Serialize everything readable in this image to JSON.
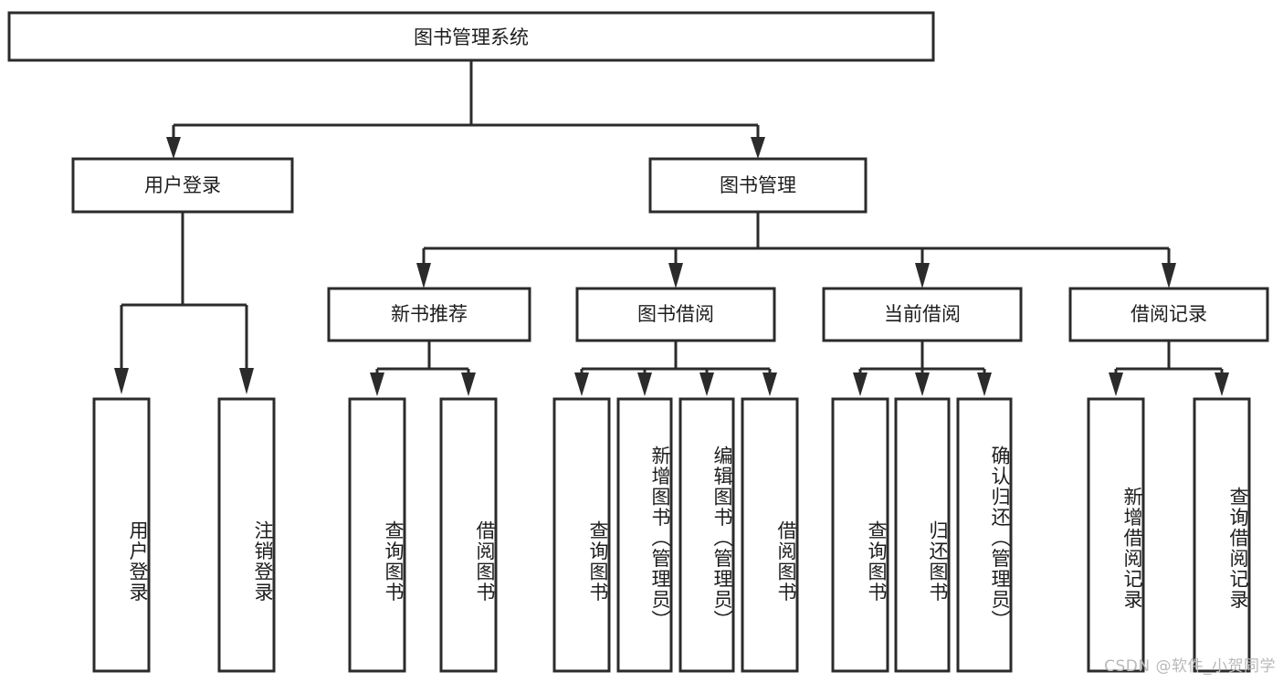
{
  "diagram": {
    "type": "tree-hierarchy-chart",
    "title": "图书管理系统",
    "background_color": "#ffffff",
    "line_color": "#2b2b2b",
    "text_color": "#1d1d1d",
    "root": {
      "label": "图书管理系统",
      "orientation": "horizontal"
    },
    "level2": [
      {
        "label": "用户登录",
        "orientation": "horizontal"
      },
      {
        "label": "图书管理",
        "orientation": "horizontal"
      }
    ],
    "level3": [
      {
        "label": "新书推荐",
        "orientation": "horizontal",
        "parent": "图书管理"
      },
      {
        "label": "图书借阅",
        "orientation": "horizontal",
        "parent": "图书管理"
      },
      {
        "label": "当前借阅",
        "orientation": "horizontal",
        "parent": "图书管理"
      },
      {
        "label": "借阅记录",
        "orientation": "horizontal",
        "parent": "图书管理"
      }
    ],
    "leaves": {
      "用户登录": [
        {
          "label": "用户登录",
          "orientation": "vertical"
        },
        {
          "label": "注销登录",
          "orientation": "vertical"
        }
      ],
      "新书推荐": [
        {
          "label": "查询图书",
          "orientation": "vertical"
        },
        {
          "label": "借阅图书",
          "orientation": "vertical"
        }
      ],
      "图书借阅": [
        {
          "label": "查询图书",
          "orientation": "vertical"
        },
        {
          "label": "新增图书（管理员）",
          "orientation": "vertical"
        },
        {
          "label": "编辑图书（管理员）",
          "orientation": "vertical"
        },
        {
          "label": "借阅图书",
          "orientation": "vertical"
        }
      ],
      "当前借阅": [
        {
          "label": "查询图书",
          "orientation": "vertical"
        },
        {
          "label": "归还图书",
          "orientation": "vertical"
        },
        {
          "label": "确认归还（管理员）",
          "orientation": "vertical"
        }
      ],
      "借阅记录": [
        {
          "label": "新增借阅记录",
          "orientation": "vertical"
        },
        {
          "label": "查询借阅记录",
          "orientation": "vertical"
        }
      ]
    }
  },
  "watermark": {
    "text": "CSDN @软件_小贺同学"
  }
}
